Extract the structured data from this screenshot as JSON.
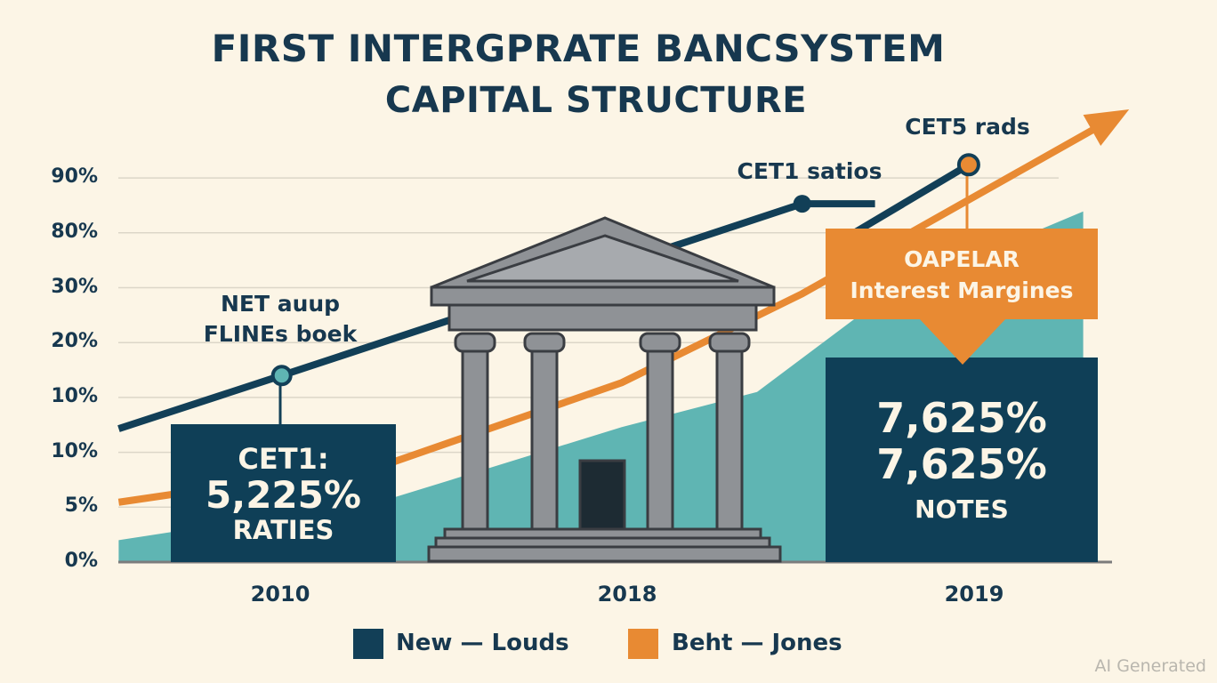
{
  "chart_data": {
    "type": "line",
    "title": "FIRST INTERGPRATE BANCSYSTEM",
    "subtitle": "CAPITAL STRUCTURE",
    "y_tick_labels": [
      "0%",
      "5%",
      "10%",
      "10%",
      "20%",
      "30%",
      "80%",
      "90%"
    ],
    "categories": [
      "2010",
      "2018",
      "2019"
    ],
    "grid": true,
    "legend_placement": "bottom",
    "legend": [
      {
        "label": "New — Louds",
        "color": "#123f57"
      },
      {
        "label": "Beht — Jones",
        "color": "#e88a33"
      }
    ],
    "series": [
      {
        "name": "navy-line",
        "color": "#123f57",
        "type": "line",
        "x": [
          -0.44,
          0.03,
          1.53,
          1.74
        ],
        "y": [
          2.43,
          3.4,
          6.53,
          6.53
        ],
        "markers": [
          1,
          2
        ]
      },
      {
        "name": "navy-line-2",
        "color": "#123f57",
        "type": "line",
        "x": [
          1.68,
          2.01
        ],
        "y": [
          6.0,
          7.24
        ],
        "markers": [
          1
        ]
      },
      {
        "name": "orange-line",
        "color": "#e88a33",
        "type": "line-arrow",
        "x": [
          -0.44,
          0.35,
          1.01,
          1.53,
          2.45
        ],
        "y": [
          1.09,
          1.82,
          3.27,
          4.89,
          8.17
        ]
      },
      {
        "name": "teal-area",
        "color": "#5fb5b3",
        "type": "area",
        "x": [
          -0.44,
          0.35,
          1.01,
          1.4,
          1.78,
          2.34
        ],
        "y": [
          0.4,
          1.17,
          2.46,
          3.1,
          4.9,
          6.39
        ]
      }
    ],
    "annotations": {
      "net_label": [
        "NET auup",
        "FLINEs boek"
      ],
      "cet1_satios": "CET1 satios",
      "cet5_rads": "CET5 rads",
      "left_box": [
        "CET1:",
        "5,225%",
        "RATIES"
      ],
      "orange_box": [
        "OAPELAR",
        "Interest Margines"
      ],
      "right_box": [
        "7,625%",
        "7,625%",
        "NOTES"
      ]
    }
  },
  "watermark": "AI Generated"
}
